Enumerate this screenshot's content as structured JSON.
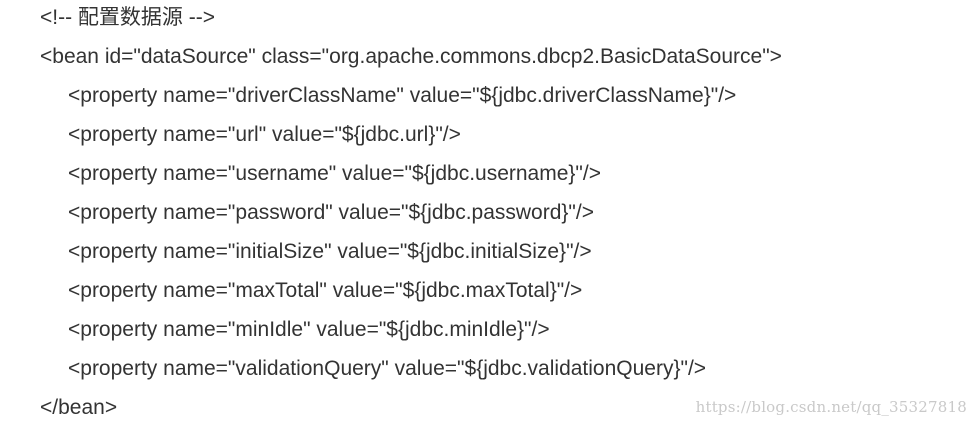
{
  "code": {
    "lines": [
      {
        "text": "<!-- 配置数据源 -->",
        "indent": 0
      },
      {
        "text": "<bean id=\"dataSource\" class=\"org.apache.commons.dbcp2.BasicDataSource\">",
        "indent": 0
      },
      {
        "text": "<property name=\"driverClassName\" value=\"${jdbc.driverClassName}\"/>",
        "indent": 1
      },
      {
        "text": "<property name=\"url\" value=\"${jdbc.url}\"/>",
        "indent": 1
      },
      {
        "text": "<property name=\"username\" value=\"${jdbc.username}\"/>",
        "indent": 1
      },
      {
        "text": "<property name=\"password\" value=\"${jdbc.password}\"/>",
        "indent": 1
      },
      {
        "text": "<property name=\"initialSize\" value=\"${jdbc.initialSize}\"/>",
        "indent": 1
      },
      {
        "text": "<property name=\"maxTotal\" value=\"${jdbc.maxTotal}\"/>",
        "indent": 1
      },
      {
        "text": "<property name=\"minIdle\" value=\"${jdbc.minIdle}\"/>",
        "indent": 1
      },
      {
        "text": "<property name=\"validationQuery\" value=\"${jdbc.validationQuery}\"/>",
        "indent": 1
      },
      {
        "text": "</bean>",
        "indent": 0
      }
    ]
  },
  "watermark": {
    "text": "https://blog.csdn.net/qq_35327818"
  }
}
